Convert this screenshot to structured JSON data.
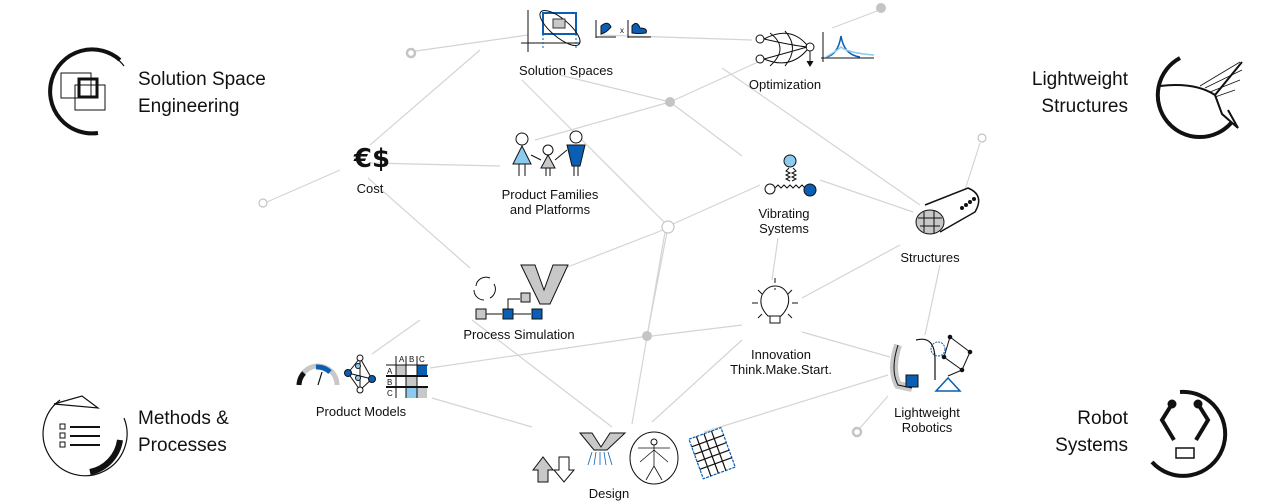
{
  "corners": {
    "solution_space_engineering": [
      "Solution Space",
      "Engineering"
    ],
    "lightweight_structures": [
      "Lightweight",
      "Structures"
    ],
    "methods_processes": [
      "Methods &",
      "Processes"
    ],
    "robot_systems": [
      "Robot",
      "Systems"
    ]
  },
  "topics": {
    "solution_spaces": "Solution Spaces",
    "optimization": "Optimization",
    "cost_symbol": "€$",
    "cost": "Cost",
    "product_families": [
      "Product Families",
      "and Platforms"
    ],
    "vibrating_systems": [
      "Vibrating",
      "Systems"
    ],
    "structures": "Structures",
    "process_simulation": "Process Simulation",
    "innovation": [
      "Innovation",
      "Think.Make.Start."
    ],
    "product_models": "Product Models",
    "matrix_headers": [
      "A",
      "B",
      "C"
    ],
    "lightweight_robotics": [
      "Lightweight",
      "Robotics"
    ],
    "design": "Design"
  },
  "colors": {
    "accent": "#0a5fb4",
    "light_accent": "#8ccbee",
    "line": "#d0d0d0",
    "node": "#c4c4c4"
  }
}
